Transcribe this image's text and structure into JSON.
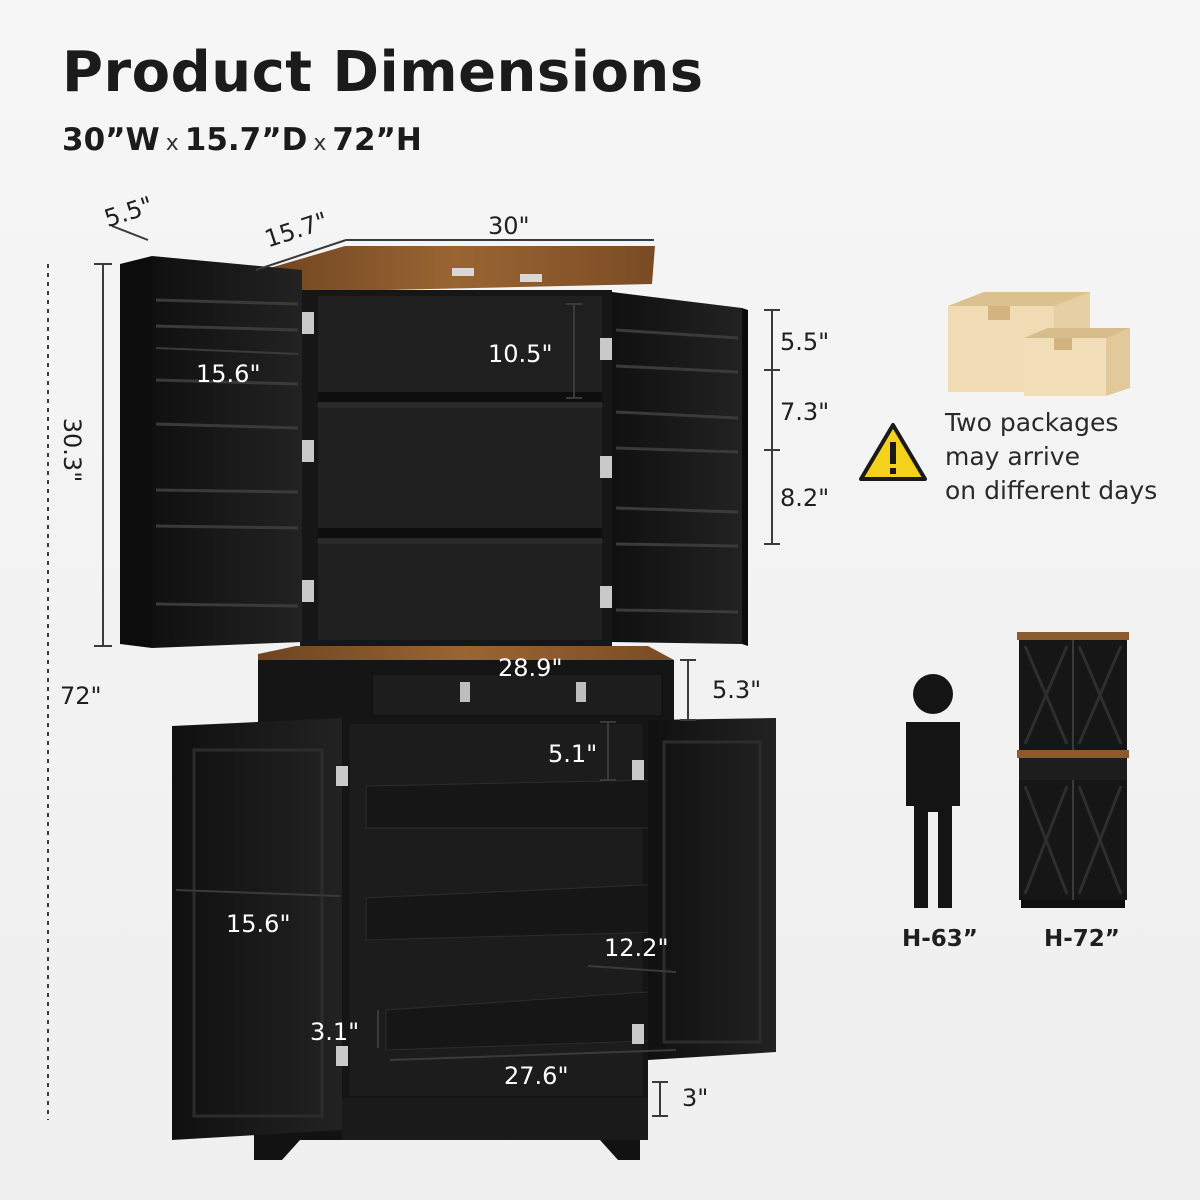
{
  "header": {
    "title": "Product Dimensions",
    "width": "30”W",
    "depth": "15.7”D",
    "height": "72”H",
    "times": "x"
  },
  "dimensions": {
    "door_depth": "5.5\"",
    "top_depth": "15.7\"",
    "top_width": "30\"",
    "upper_height": "30.3\"",
    "total_height": "72\"",
    "upper_shelf_gap": "10.5\"",
    "upper_door_shelf_width": "15.6\"",
    "rack_1": "5.5\"",
    "rack_2": "7.3\"",
    "rack_3": "8.2\"",
    "drawer_width": "28.9\"",
    "drawer_height": "5.3\"",
    "pullout_gap": "5.1\"",
    "lower_door_shelf_width": "15.6\"",
    "pullout_depth": "12.2\"",
    "pullout_height": "3.1\"",
    "pullout_width": "27.6\"",
    "base_height": "3\""
  },
  "notice": {
    "line1": "Two packages",
    "line2": "may arrive",
    "line3": "on different days"
  },
  "comparison": {
    "person_label": "H-63”",
    "cabinet_label": "H-72”"
  },
  "colors": {
    "cabinet": "#141414",
    "interior": "#1c1c1c",
    "wood_top": "#8b5a2e",
    "hinge": "#c9c9c9",
    "warning_yellow": "#f4d21b",
    "box_kraft": "#e9d3aa",
    "dimension_line": "#2a2a2a"
  }
}
